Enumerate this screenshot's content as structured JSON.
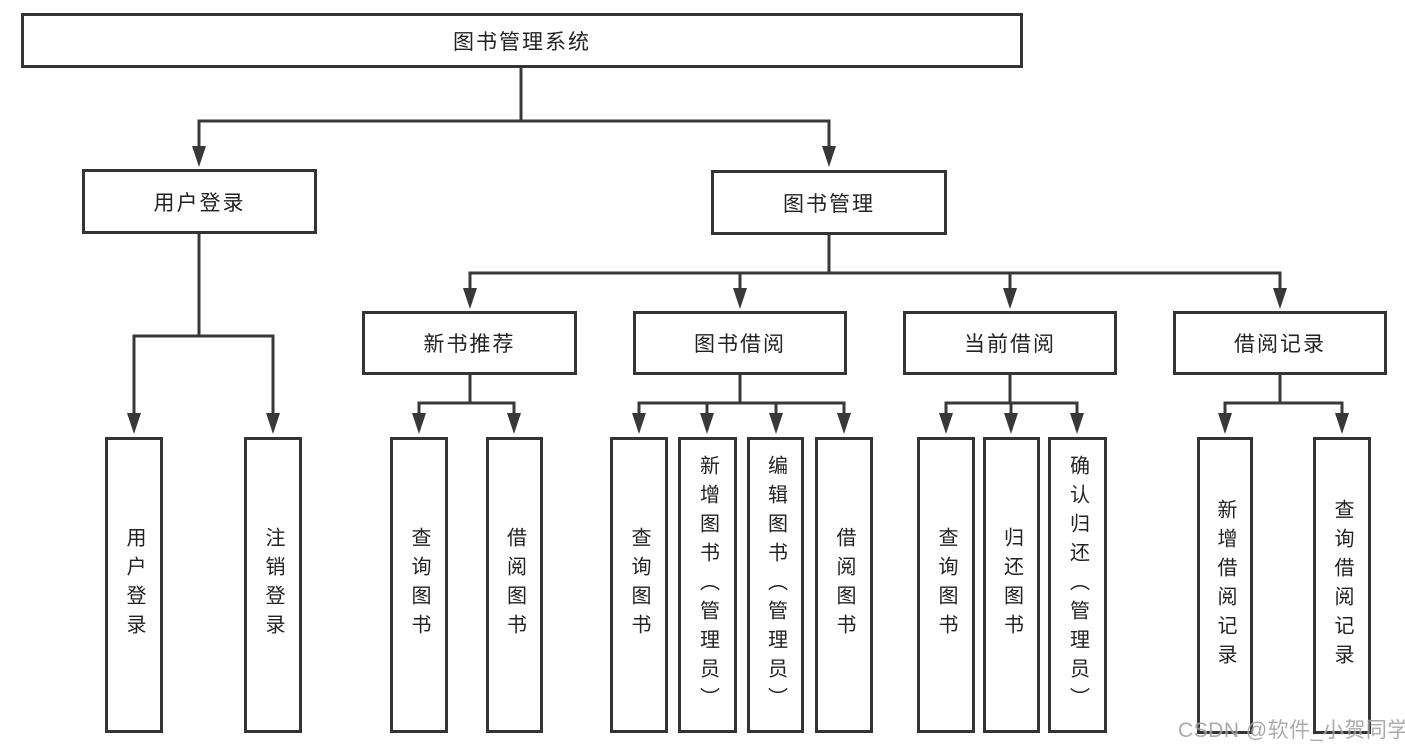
{
  "diagram": {
    "title": "图书管理系统",
    "tree": {
      "root": {
        "label": "图书管理系统",
        "children": [
          {
            "label": "用户登录",
            "children": [
              {
                "label": "用户登录"
              },
              {
                "label": "注销登录"
              }
            ]
          },
          {
            "label": "图书管理",
            "children": [
              {
                "label": "新书推荐",
                "children": [
                  {
                    "label": "查询图书"
                  },
                  {
                    "label": "借阅图书"
                  }
                ]
              },
              {
                "label": "图书借阅",
                "children": [
                  {
                    "label": "查询图书"
                  },
                  {
                    "label": "新增图书（管理员）"
                  },
                  {
                    "label": "编辑图书（管理员）"
                  },
                  {
                    "label": "借阅图书"
                  }
                ]
              },
              {
                "label": "当前借阅",
                "children": [
                  {
                    "label": "查询图书"
                  },
                  {
                    "label": "归还图书"
                  },
                  {
                    "label": "确认归还（管理员）"
                  }
                ]
              },
              {
                "label": "借阅记录",
                "children": [
                  {
                    "label": "新增借阅记录"
                  },
                  {
                    "label": "查询借阅记录"
                  }
                ]
              }
            ]
          }
        ]
      }
    },
    "watermark": "CSDN @软件_小贺同学",
    "colors": {
      "line": "#383838",
      "box_border": "#343434",
      "text": "#222222",
      "watermark": "#9d9d9d",
      "background": "#ffffff"
    }
  }
}
